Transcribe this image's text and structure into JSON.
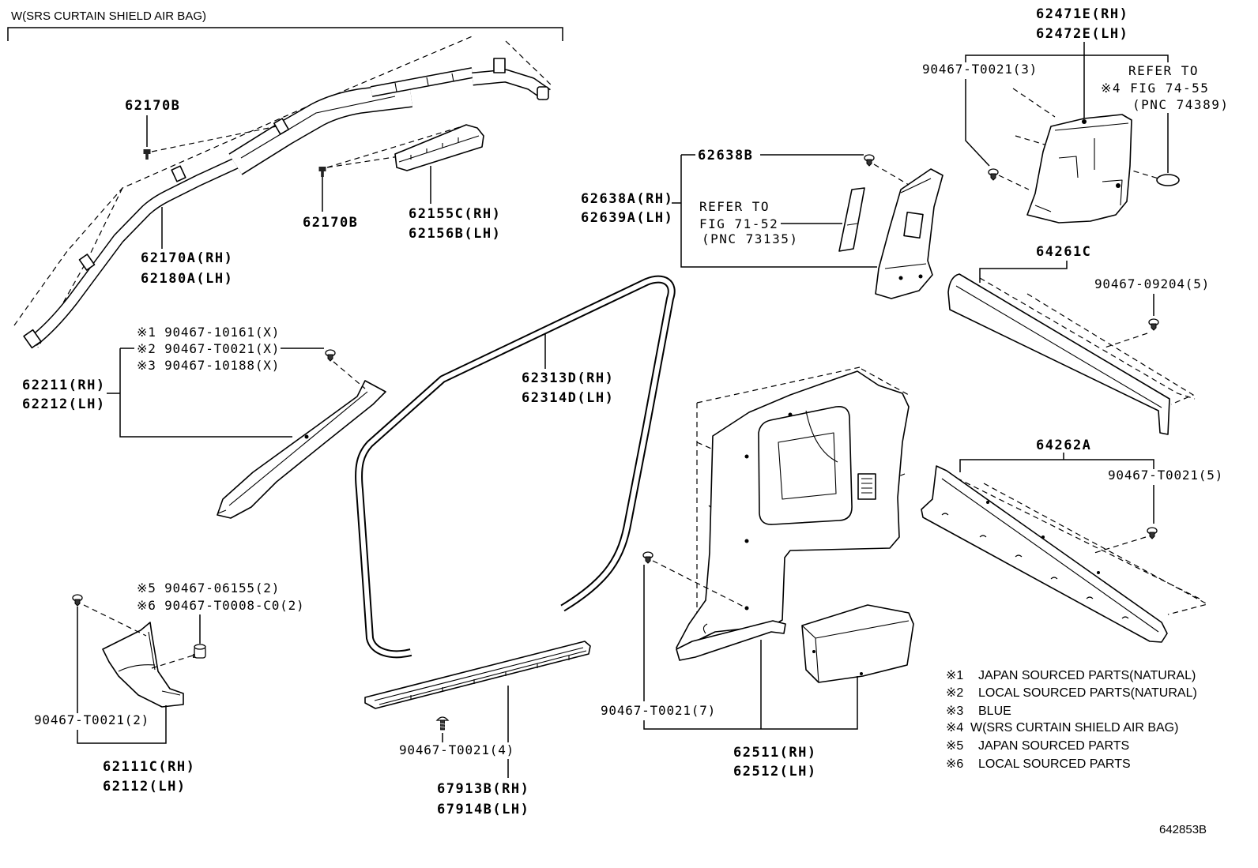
{
  "variant_note": "W(SRS CURTAIN SHIELD AIR BAG)",
  "parts": {
    "airbag_bolt_upper": "62170B",
    "airbag_bolt_lower": "62170B",
    "airbag_bracket": {
      "rh": "62155C(RH)",
      "lh": "62156B(LH)"
    },
    "curtain_shield_airbag": {
      "rh": "62170A(RH)",
      "lh": "62180A(LH)"
    },
    "front_pillar_garnish": {
      "rh": "62211(RH)",
      "lh": "62212(LH)",
      "clips": [
        "※1 90467-10161(X)",
        "※2 90467-T0021(X)",
        "※3 90467-10188(X)"
      ]
    },
    "door_opening_weatherstrip": {
      "rh": "62313D(RH)",
      "lh": "62314D(LH)"
    },
    "center_pillar_garnish": {
      "clip": "62638B",
      "rh": "62638A(RH)",
      "lh": "62639A(LH)",
      "refer": [
        "REFER TO",
        "FIG 71-52",
        "(PNC 73135)"
      ]
    },
    "quarter_upper_garnish": {
      "rh": "62471E(RH)",
      "lh": "62472E(LH)",
      "clip": "90467-T0021(3)",
      "refer": [
        "REFER TO",
        "※4 FIG 74-55",
        "(PNC 74389)"
      ]
    },
    "rear_scuff_upper": {
      "part": "64261C",
      "clip": "90467-09204(5)"
    },
    "rear_scuff_lower": {
      "part": "64262A",
      "clip": "90467-T0021(5)"
    },
    "cowl_side_trim": {
      "rh": "62111C(RH)",
      "lh": "62112(LH)",
      "clips": [
        "※5 90467-06155(2)",
        "※6 90467-T0008-C0(2)"
      ],
      "screw": "90467-T0021(2)"
    },
    "front_door_scuff_plate": {
      "rh": "67913B(RH)",
      "lh": "67914B(LH)",
      "clip": "90467-T0021(4)"
    },
    "quarter_trim_panel": {
      "rh": "62511(RH)",
      "lh": "62512(LH)",
      "clip": "90467-T0021(7)"
    }
  },
  "legend": [
    {
      "mark": "※1",
      "text": "JAPAN SOURCED PARTS(NATURAL)"
    },
    {
      "mark": "※2",
      "text": "LOCAL SOURCED PARTS(NATURAL)"
    },
    {
      "mark": "※3",
      "text": "BLUE"
    },
    {
      "mark": "※4",
      "text": "W(SRS CURTAIN SHIELD AIR BAG)"
    },
    {
      "mark": "※5",
      "text": "JAPAN SOURCED PARTS"
    },
    {
      "mark": "※6",
      "text": "LOCAL SOURCED PARTS"
    }
  ],
  "figure_id": "642853B"
}
